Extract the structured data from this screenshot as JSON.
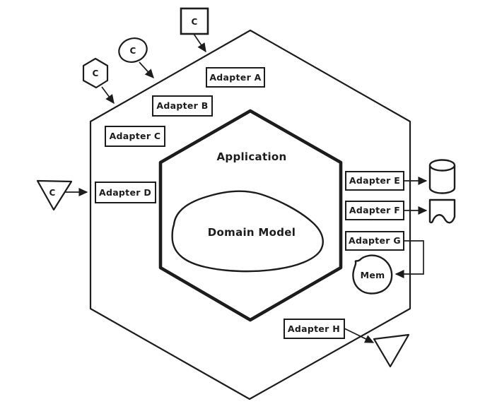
{
  "colors": {
    "ink": "#1c1c1c",
    "background": "#ffffff"
  },
  "core": {
    "application_label": "Application",
    "domain_model_label": "Domain Model"
  },
  "adapters": [
    {
      "id": "A",
      "label": "Adapter A"
    },
    {
      "id": "B",
      "label": "Adapter B"
    },
    {
      "id": "C",
      "label": "Adapter C"
    },
    {
      "id": "D",
      "label": "Adapter D"
    },
    {
      "id": "E",
      "label": "Adapter E"
    },
    {
      "id": "F",
      "label": "Adapter F"
    },
    {
      "id": "G",
      "label": "Adapter G"
    },
    {
      "id": "H",
      "label": "Adapter H"
    }
  ],
  "clients": {
    "square_label": "C",
    "ellipse_label": "C",
    "hexagon_label": "C",
    "triangle_label": "C"
  },
  "resources": {
    "mem_label": "Mem",
    "database_icon": "database-cylinder",
    "document_icon": "torn-paper-document",
    "output_icon": "down-triangle"
  },
  "connections": [
    {
      "from": "client-square-c",
      "to": "outer-hexagon-boundary"
    },
    {
      "from": "client-ellipse-c",
      "to": "outer-hexagon-boundary"
    },
    {
      "from": "client-hexagon-c",
      "to": "outer-hexagon-boundary"
    },
    {
      "from": "client-triangle-c",
      "to": "adapter-d"
    },
    {
      "from": "adapter-e",
      "to": "database-cylinder"
    },
    {
      "from": "adapter-f",
      "to": "document"
    },
    {
      "from": "adapter-g",
      "to": "mem-store"
    },
    {
      "from": "adapter-h",
      "to": "output-triangle"
    }
  ]
}
